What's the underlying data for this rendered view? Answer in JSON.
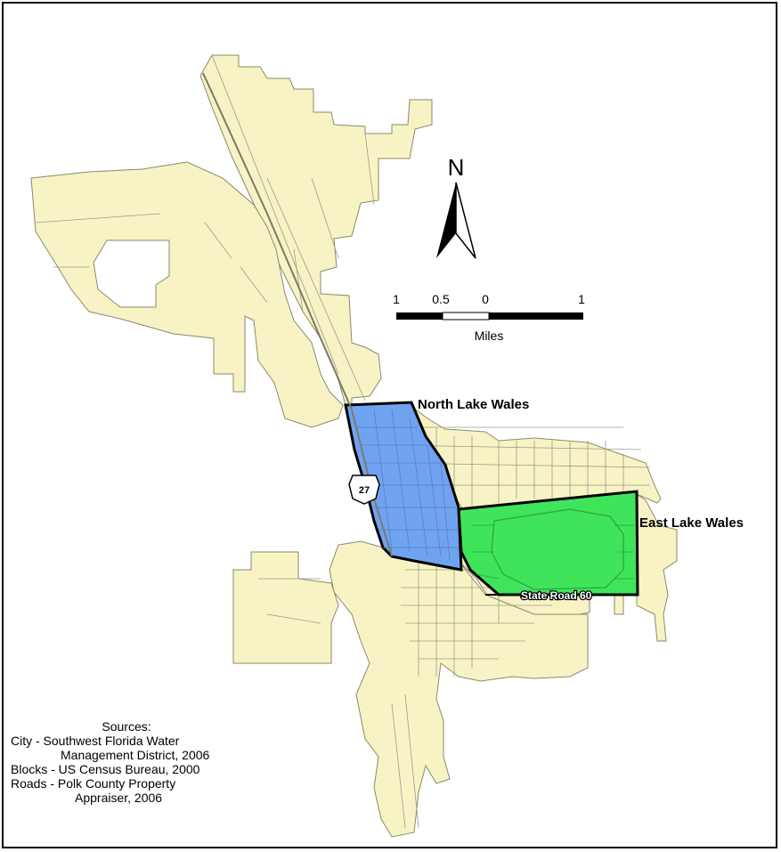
{
  "map": {
    "north_arrow_label": "N",
    "scale": {
      "ticks": [
        "1",
        "0.5",
        "0",
        "1"
      ],
      "unit": "Miles"
    },
    "labels": {
      "north": "North Lake Wales",
      "east": "East Lake Wales",
      "road": "State Road 60",
      "highway_shield": "27"
    },
    "colors": {
      "city_fill": "#f8f3c4",
      "north_fill": "#6fa3f2",
      "east_fill": "#3fe45a",
      "road_line": "#9a9a8a",
      "outline": "#000000"
    }
  },
  "sources": {
    "heading": "Sources:",
    "line1": "City - Southwest Florida Water",
    "line2": "Management District, 2006",
    "line3": "Blocks - US Census Bureau, 2000",
    "line4": "Roads - Polk County Property",
    "line5": "Appraiser, 2006"
  }
}
